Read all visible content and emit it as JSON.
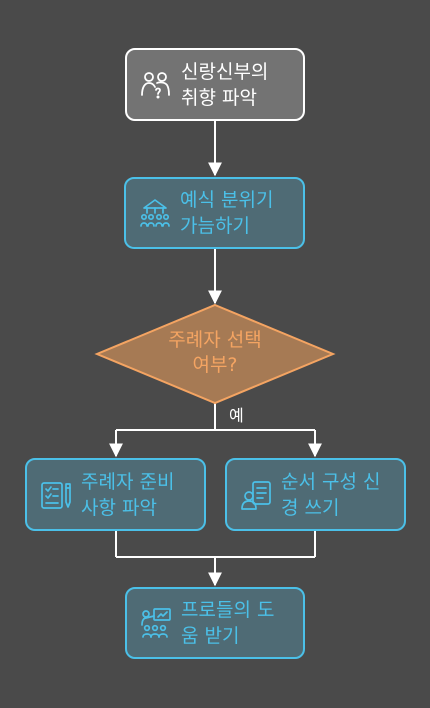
{
  "nodes": {
    "preferences": "신랑신부의\n취향 파악",
    "atmosphere": "예식 분위기\n가늠하기",
    "decision": "주례자 선택\n여부?",
    "officiant_prep": "주례자 준비\n사항 파악",
    "order_care": "순서 구성 신\n경 쓰기",
    "pro_help": "프로들의 도\n움 받기"
  },
  "edges": {
    "yes_label": "예"
  },
  "colors": {
    "background": "#4a4a4a",
    "grey_fill": "#737373",
    "blue_fill": "#4f6b75",
    "blue_stroke": "#4bc0e8",
    "decision_fill": "#a67a54",
    "decision_stroke": "#f4a462",
    "line": "#ffffff"
  },
  "icons": {
    "preferences": "couple-question-icon",
    "atmosphere": "venue-crowd-icon",
    "officiant_prep": "checklist-pen-icon",
    "order_care": "person-document-icon",
    "pro_help": "presenter-audience-icon"
  }
}
